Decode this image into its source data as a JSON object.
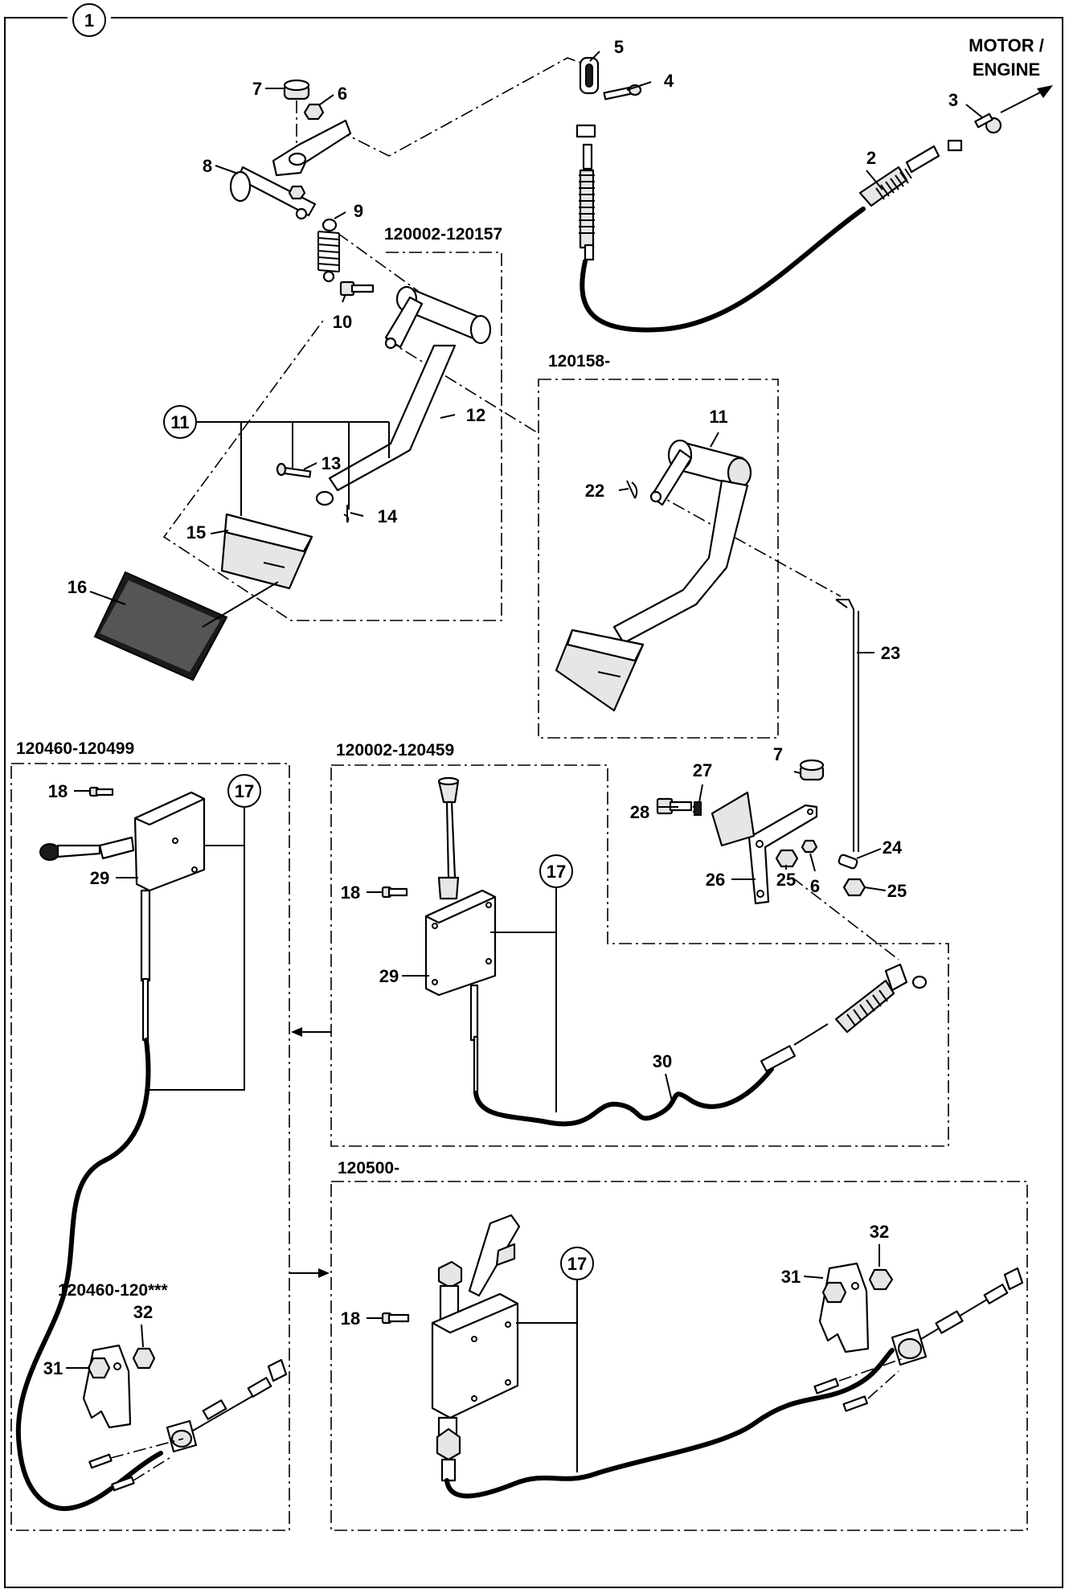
{
  "diagram": {
    "group_number": "1",
    "engine_label": [
      "MOTOR /",
      "ENGINE"
    ],
    "serial_ranges": {
      "pedal_old": "120002-120157",
      "pedal_new": "120158-",
      "lever_left": "120460-120499",
      "lever_mid": "120002-120459",
      "lever_bottom": "120500-",
      "bracket_left": "120460-120***"
    },
    "labels": [
      "1",
      "2",
      "3",
      "4",
      "5",
      "6",
      "7",
      "8",
      "9",
      "10",
      "11",
      "12",
      "13",
      "14",
      "15",
      "16",
      "11",
      "22",
      "23",
      "7",
      "24",
      "25",
      "26",
      "25",
      "6",
      "27",
      "28",
      "17",
      "18",
      "29",
      "17",
      "18",
      "29",
      "30",
      "17",
      "18",
      "31",
      "32",
      "31",
      "32"
    ]
  }
}
